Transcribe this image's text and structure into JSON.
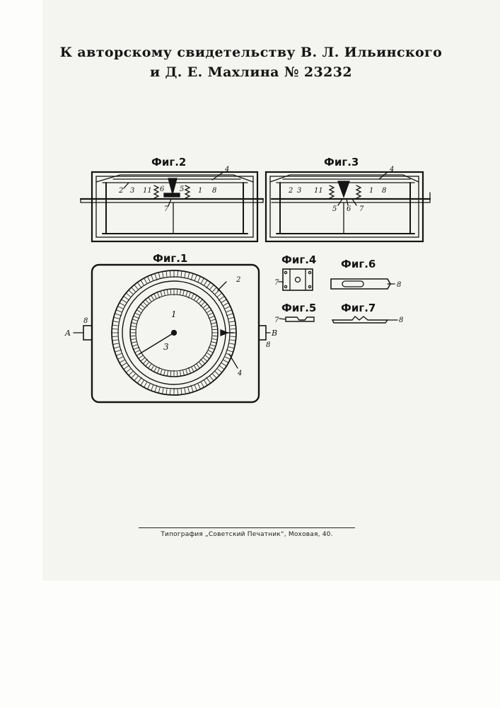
{
  "header": {
    "line1": "К авторскому свидетельству В. Л. Ильинского",
    "line2": "и Д. Е. Махлина № 23232"
  },
  "figures": {
    "fig1": "Фиг.1",
    "fig2": "Фиг.2",
    "fig3": "Фиг.3",
    "fig4": "Фиг.4",
    "fig5": "Фиг.5",
    "fig6": "Фиг.6",
    "fig7": "Фиг.7"
  },
  "callouts": {
    "n1": "1",
    "n2": "2",
    "n3": "3",
    "n4": "4",
    "n5": "5",
    "n6": "6",
    "n7": "7",
    "n8": "8",
    "n11": "11",
    "letterA": "A",
    "letterB": "B"
  },
  "footer": {
    "printer": "Типография „Советский Печатник“, Моховая, 40."
  }
}
